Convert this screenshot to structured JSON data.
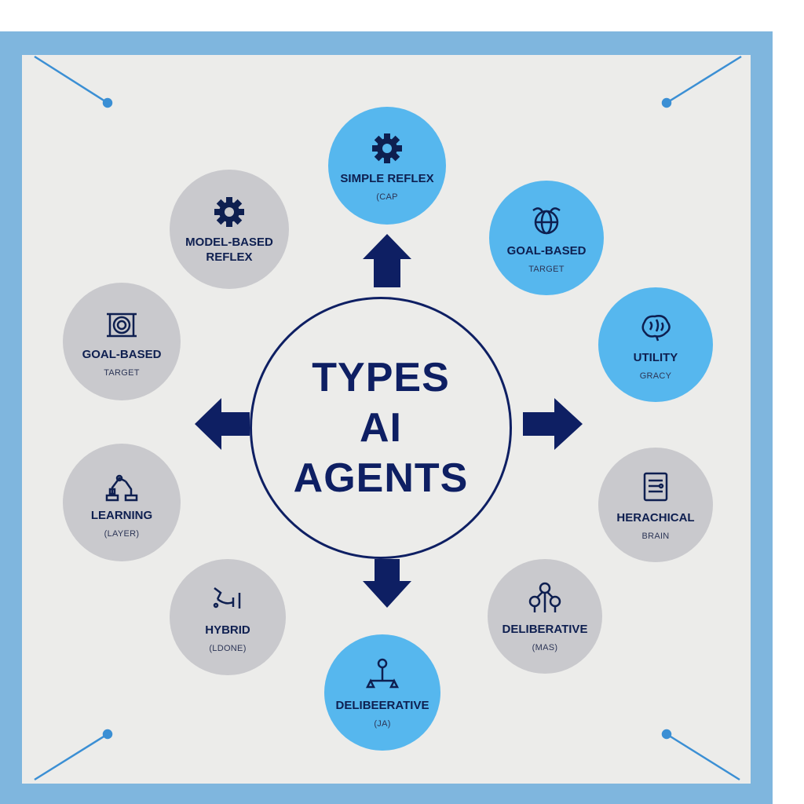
{
  "colors": {
    "frame": "#7fb6de",
    "panel": "#ececea",
    "navy": "#0e1f63",
    "node_blue": "#56b7ee",
    "node_gray": "#c9c9cd"
  },
  "center": {
    "line1": "TYPES",
    "line2": "AI",
    "line3": "AGENTS"
  },
  "nodes": [
    {
      "key": "simple-reflex",
      "title": "SIMPLE REFLEX",
      "sub": "(CAP",
      "style": "blue",
      "icon": "gear-icon"
    },
    {
      "key": "goal-based-right",
      "title": "GOAL-BASED",
      "sub": "TARGET",
      "style": "blue",
      "icon": "globe-icon"
    },
    {
      "key": "utility",
      "title": "UTILITY",
      "sub": "GRACY",
      "style": "blue",
      "icon": "brain-icon"
    },
    {
      "key": "herachical",
      "title": "HERACHICAL",
      "sub": "BRAIN",
      "style": "gray",
      "icon": "document-icon"
    },
    {
      "key": "deliberative-right",
      "title": "DELIBERATIVE",
      "sub": "(MAS)",
      "style": "gray",
      "icon": "network-icon"
    },
    {
      "key": "delibeerative-bottom",
      "title": "DELIBEERATIVE",
      "sub": "(JA)",
      "style": "blue",
      "icon": "balance-icon"
    },
    {
      "key": "hybrid",
      "title": "HYBRID",
      "sub": "(LDONE)",
      "style": "gray",
      "icon": "drone-icon"
    },
    {
      "key": "learning",
      "title": "LEARNING",
      "sub": "(LAYER)",
      "style": "gray",
      "icon": "robot-arm-icon"
    },
    {
      "key": "goal-based-left",
      "title": "GOAL-BASED",
      "sub": "TARGET",
      "style": "gray",
      "icon": "target-icon"
    },
    {
      "key": "model-based-reflex",
      "title": "MODEL-BASED\nREFLEX",
      "sub": "",
      "style": "gray",
      "icon": "gear-icon"
    }
  ]
}
